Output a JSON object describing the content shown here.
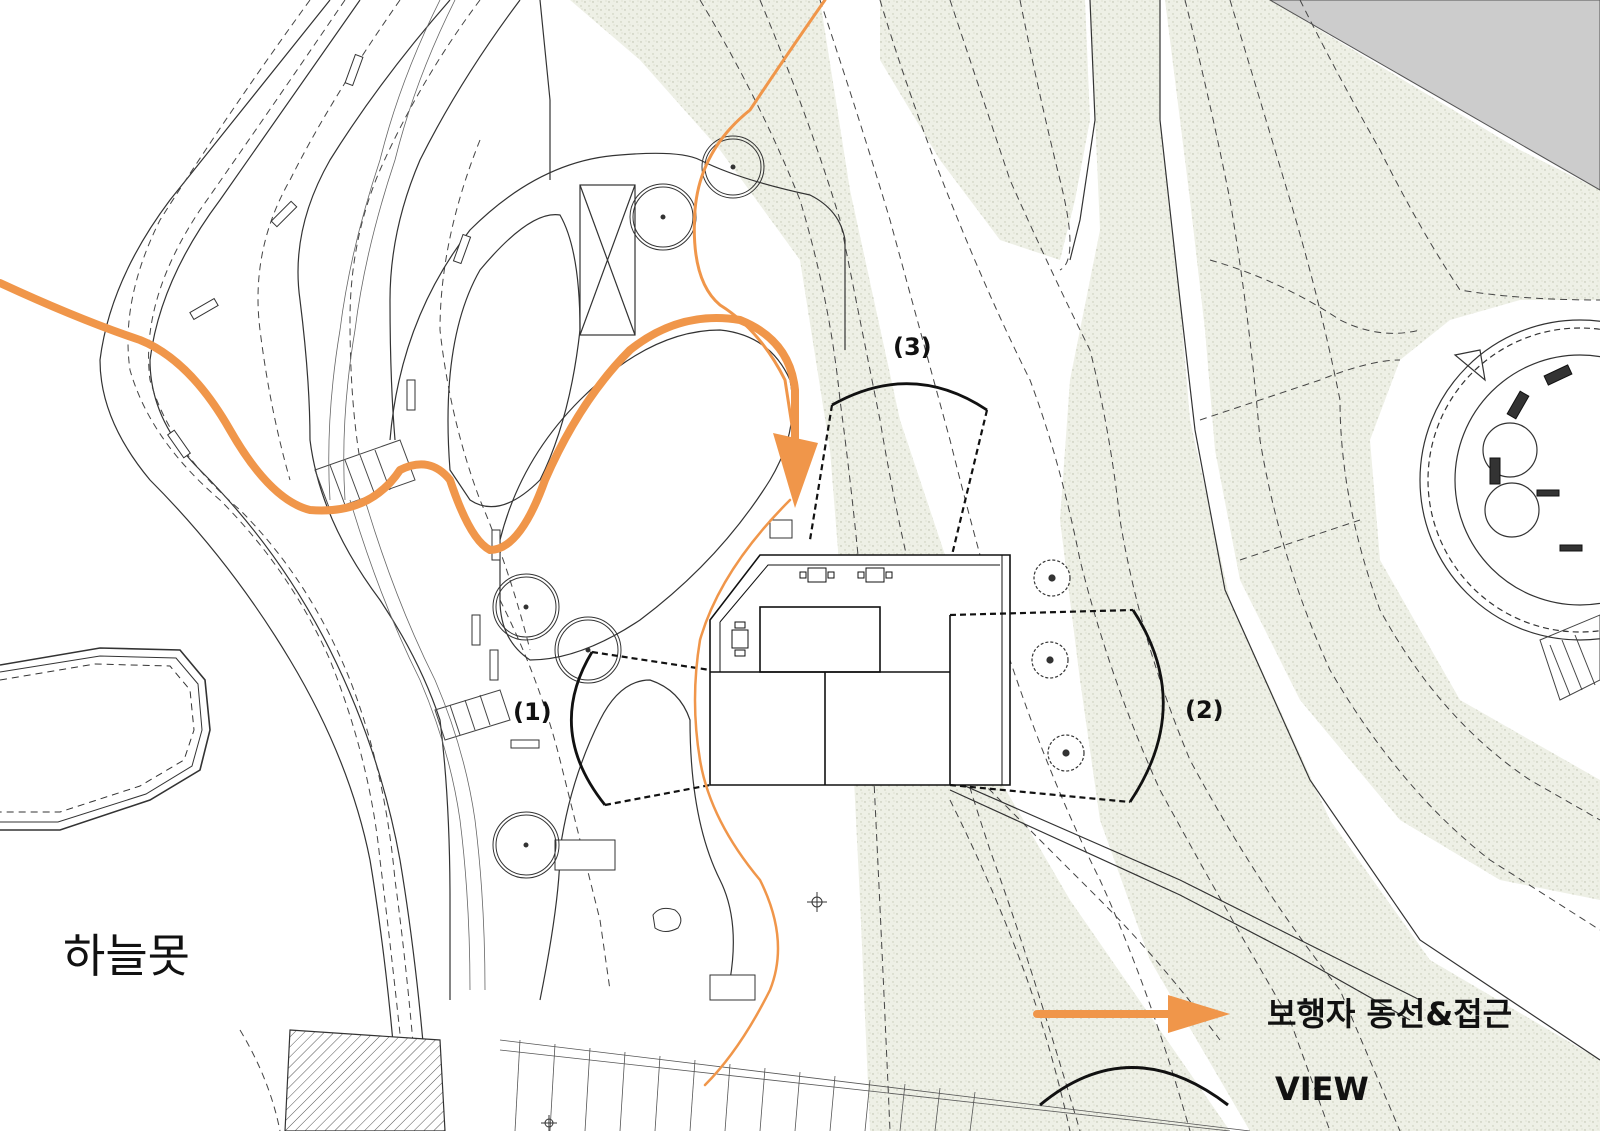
{
  "map": {
    "pond_label": "하늘못",
    "view_labels": [
      "(1)",
      "(2)",
      "(3)"
    ]
  },
  "legend": {
    "pedestrian_label": "보행자 동선&접근",
    "view_label": "VIEW"
  },
  "colors": {
    "pedestrian_path": "#f0964a",
    "hatched_ground": "#eef0e6",
    "building_gray": "#cccccc",
    "line": "#333333"
  }
}
